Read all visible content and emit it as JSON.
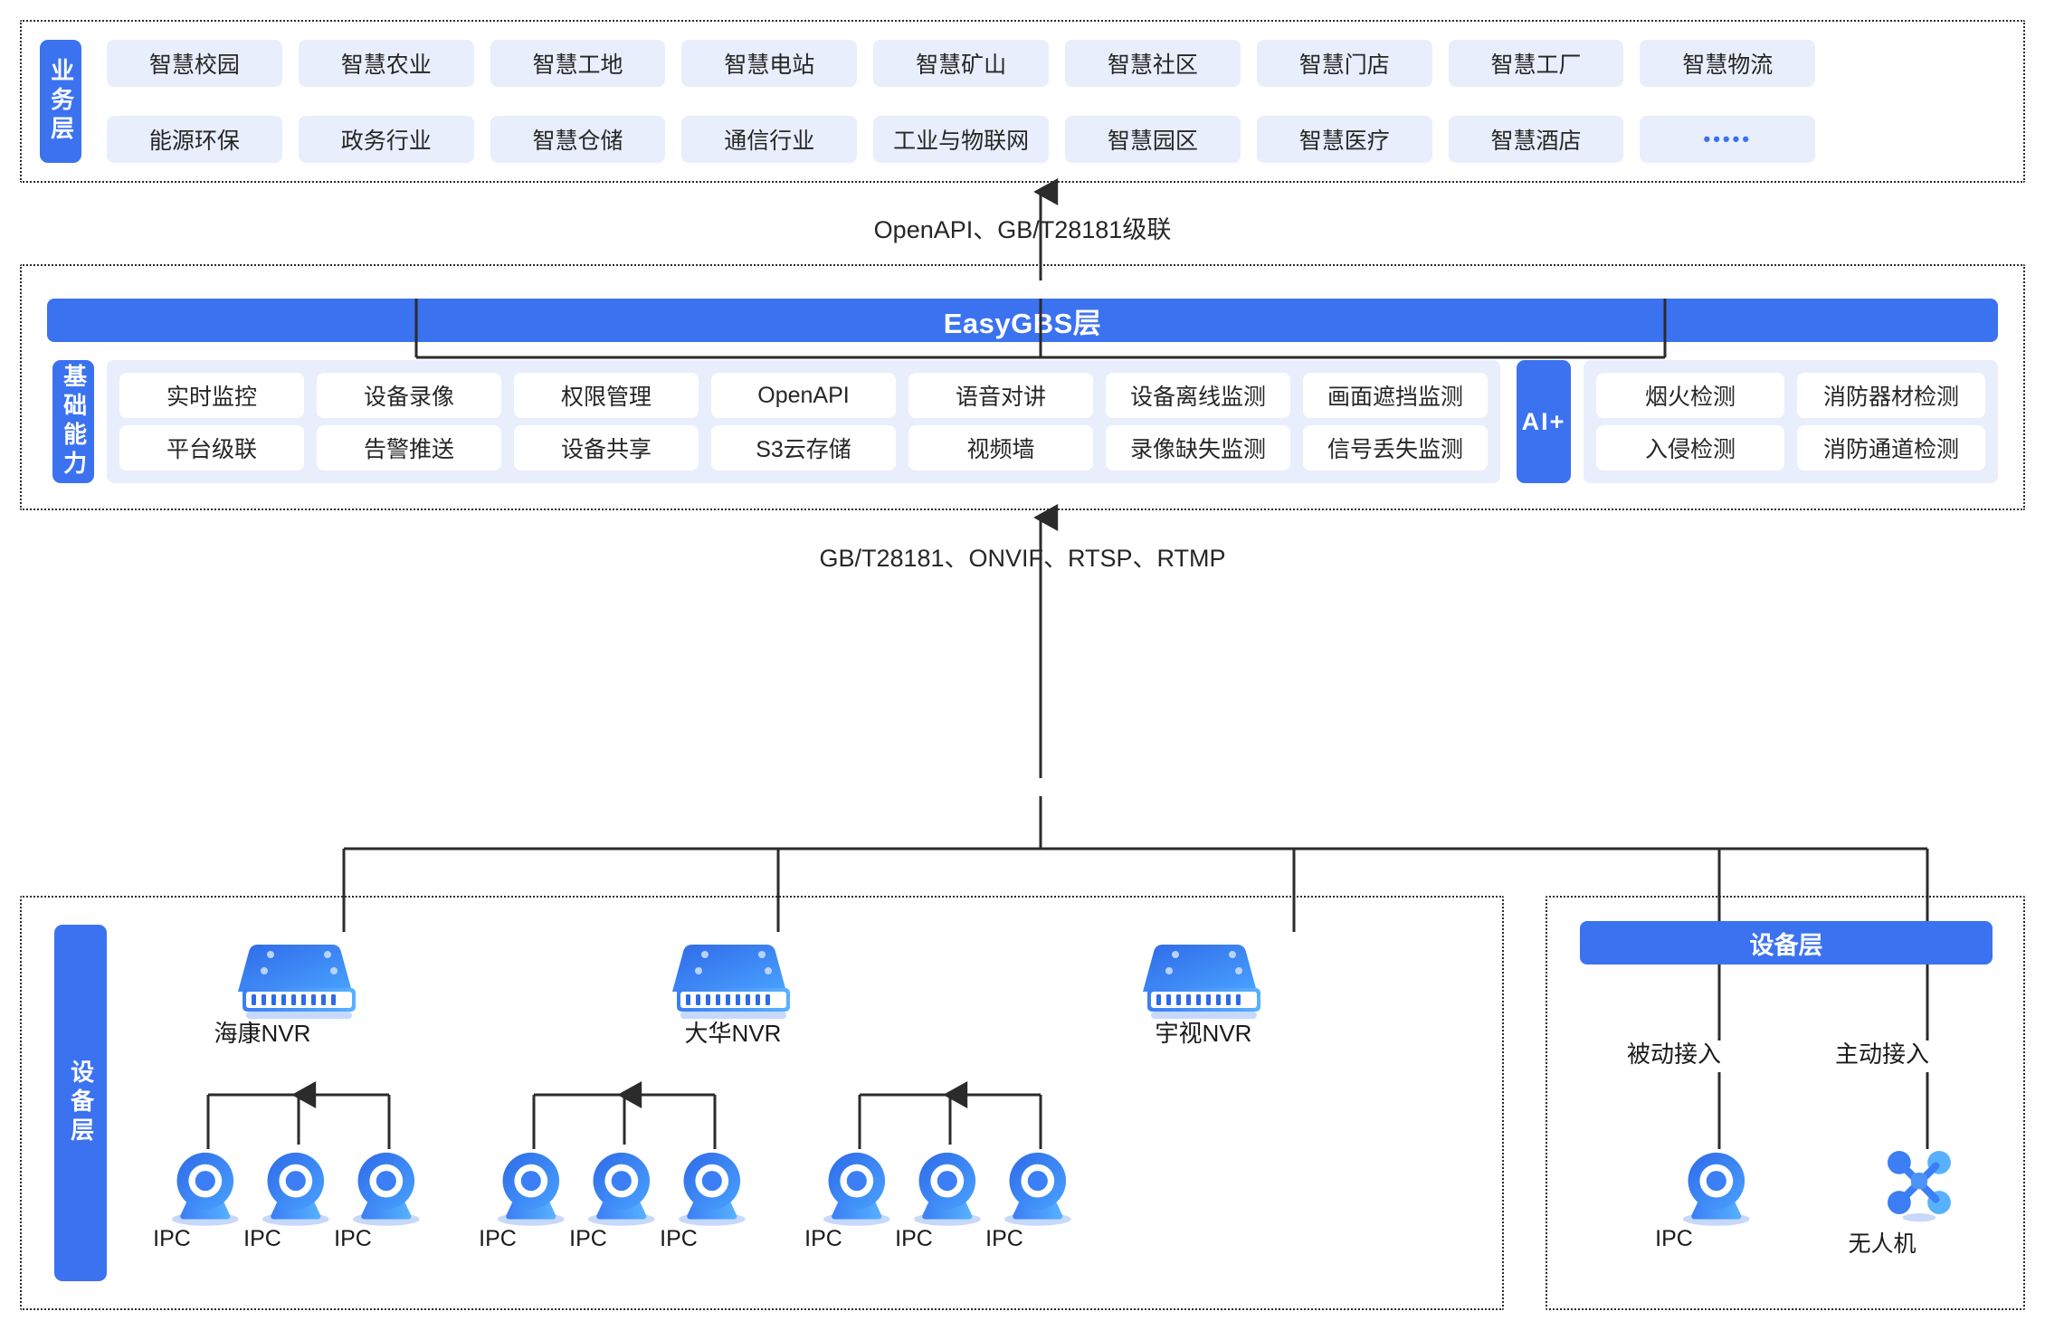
{
  "business_layer": {
    "tab_label": "业务层",
    "items": [
      "智慧校园",
      "智慧农业",
      "智慧工地",
      "智慧电站",
      "智慧矿山",
      "智慧社区",
      "智慧门店",
      "智慧工厂",
      "智慧物流",
      "能源环保",
      "政务行业",
      "智慧仓储",
      "通信行业",
      "工业与物联网",
      "智慧园区",
      "智慧医疗",
      "智慧酒店",
      "•••••"
    ]
  },
  "connectors": {
    "top_label": "OpenAPI、GB/T28181级联",
    "middle_label": "GB/T28181、ONVIF、RTSP、RTMP"
  },
  "core_layer": {
    "easygbs_label": "EasyGBS层",
    "base_tab_label": "基础能力",
    "base_items": [
      "实时监控",
      "设备录像",
      "权限管理",
      "OpenAPI",
      "语音对讲",
      "设备离线监测",
      "画面遮挡监测",
      "平台级联",
      "告警推送",
      "设备共享",
      "S3云存储",
      "视频墙",
      "录像缺失监测",
      "信号丢失监测"
    ],
    "ai_tab_label": "AI+",
    "ai_items": [
      "烟火检测",
      "消防器材检测",
      "入侵检测",
      "消防通道检测"
    ]
  },
  "device_layer_left": {
    "tab_label": "设备层",
    "groups": [
      {
        "nvr_label": "海康NVR",
        "cameras": [
          "IPC",
          "IPC",
          "IPC"
        ]
      },
      {
        "nvr_label": "大华NVR",
        "cameras": [
          "IPC",
          "IPC",
          "IPC"
        ]
      },
      {
        "nvr_label": "宇视NVR",
        "cameras": [
          "IPC",
          "IPC",
          "IPC"
        ]
      }
    ]
  },
  "device_layer_right": {
    "bar_label": "设备层",
    "branches": [
      {
        "mode_label": "被动接入",
        "device_label": "IPC",
        "icon": "ipc-camera-icon"
      },
      {
        "mode_label": "主动接入",
        "device_label": "无人机",
        "icon": "drone-icon"
      }
    ]
  },
  "colors": {
    "brand_blue": "#3b72f0",
    "chip_bg": "#e8eefc",
    "line": "#2b2b2b"
  }
}
